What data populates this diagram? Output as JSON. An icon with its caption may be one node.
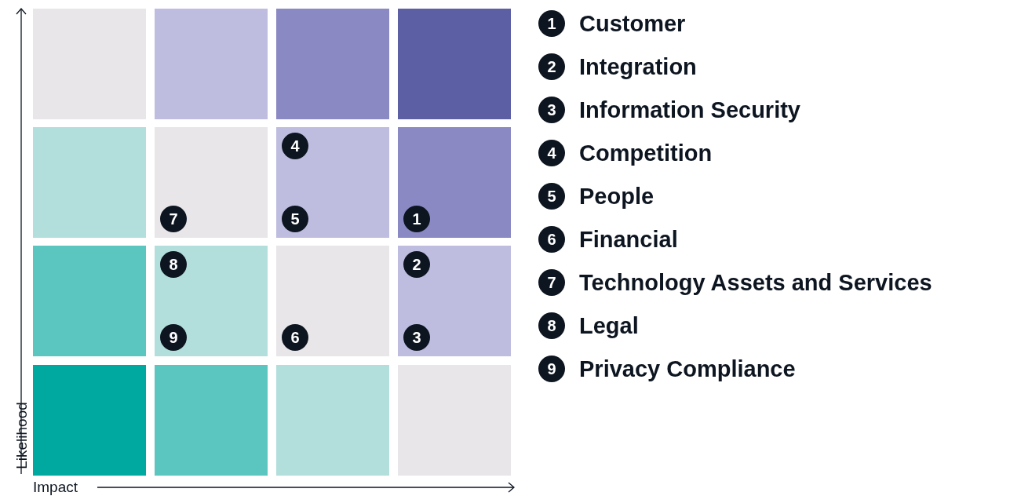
{
  "diagram": {
    "nodes": [
      {
        "text": [],
        "shape": "box"
      },
      {
        "text": [],
        "shape": "box"
      },
      {
        "text": [],
        "shape": "box"
      },
      {
        "text": [],
        "shape": "box"
      },
      {
        "text": [],
        "shape": "box"
      },
      {
        "text": [],
        "shape": "box"
      },
      {
        "text": [
          "7"
        ],
        "in": 5
      },
      {
        "text": [],
        "shape": "box"
      },
      {
        "text": [
          "4"
        ],
        "in": 7
      },
      {
        "text": [
          "5"
        ],
        "in": 7
      },
      {
        "text": [],
        "shape": "box"
      },
      {
        "text": [
          "1"
        ],
        "in": 10
      },
      {
        "text": [],
        "shape": "box"
      },
      {
        "text": [],
        "shape": "box"
      },
      {
        "text": [
          "8"
        ],
        "in": 13
      },
      {
        "text": [
          "9"
        ],
        "in": 13
      },
      {
        "text": [],
        "shape": "box"
      },
      {
        "text": [
          "6"
        ],
        "in": 16
      },
      {
        "text": [],
        "shape": "box"
      },
      {
        "text": [
          "2"
        ],
        "in": 18
      },
      {
        "text": [
          "3"
        ],
        "in": 18
      },
      {
        "text": [],
        "shape": "box"
      },
      {
        "text": [],
        "shape": "box"
      },
      {
        "text": [],
        "shape": "box"
      },
      {
        "text": [],
        "shape": "box"
      },
      {
        "text": [
          "1"
        ],
        "beside": [
          "Customer"
        ]
      },
      {
        "text": [
          "2"
        ],
        "beside": [
          "Integration"
        ]
      },
      {
        "text": [
          "3"
        ],
        "beside": [
          "Information Security"
        ]
      },
      {
        "text": [
          "4"
        ],
        "beside": [
          "Competition"
        ]
      },
      {
        "text": [
          "5"
        ],
        "beside": [
          "People"
        ]
      },
      {
        "text": [
          "6"
        ],
        "beside": [
          "Financial"
        ]
      },
      {
        "text": [
          "7"
        ],
        "beside": [
          "Technology Assets and Services"
        ]
      },
      {
        "text": [
          "8"
        ],
        "beside": [
          "Legal"
        ]
      },
      {
        "text": [
          "9"
        ],
        "beside": [
          "Privacy Compliance"
        ]
      }
    ],
    "labels": [
      "Likelihood",
      "Impact"
    ]
  }
}
